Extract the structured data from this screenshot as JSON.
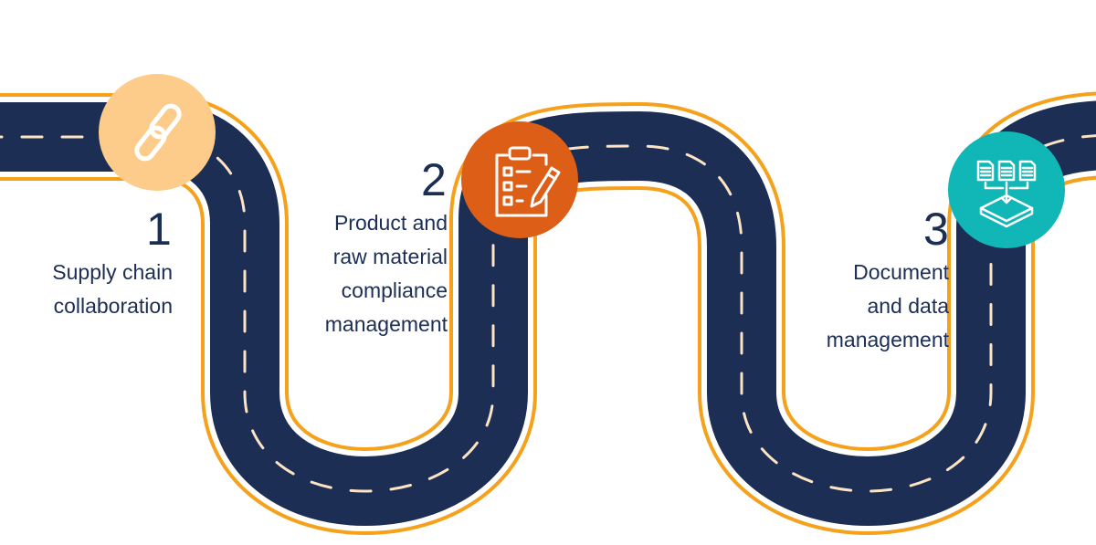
{
  "colors": {
    "road": "#1c2e54",
    "road_edge": "#f5a11c",
    "lane_dash": "#fbe3c3",
    "text": "#1c2e54",
    "step1_badge": "#fdcc8a",
    "step2_badge": "#dc5e17",
    "step3_badge": "#11b6b6",
    "icon_stroke": "#ffffff"
  },
  "steps": [
    {
      "number": "1",
      "label_lines": [
        "Supply chain",
        "collaboration"
      ],
      "icon": "chain-link-icon"
    },
    {
      "number": "2",
      "label_lines": [
        "Product and",
        "raw material",
        "compliance",
        "management"
      ],
      "icon": "clipboard-checklist-icon"
    },
    {
      "number": "3",
      "label_lines": [
        "Document",
        "and data",
        "management"
      ],
      "icon": "documents-tray-icon"
    }
  ]
}
